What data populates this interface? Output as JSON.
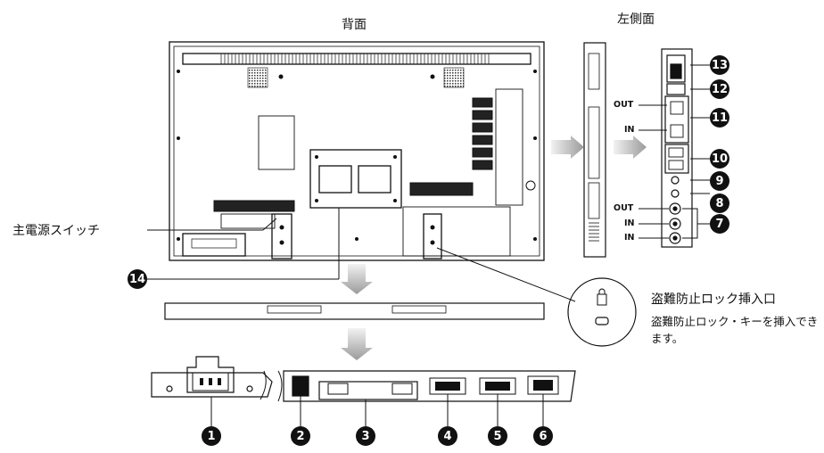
{
  "views": {
    "rear_title": "背面",
    "left_side_title": "左側面"
  },
  "callouts": {
    "main_power_switch": "主電源スイッチ",
    "security_slot_title": "盗難防止ロック挿入口",
    "security_slot_note": "盗難防止ロック・キーを挿入できます。"
  },
  "port_labels": {
    "out_upper": "OUT",
    "in_upper": "IN",
    "out_lower": "OUT",
    "in_lower_1": "IN",
    "in_lower_2": "IN"
  },
  "numbers": {
    "n1": "1",
    "n2": "2",
    "n3": "3",
    "n4": "4",
    "n5": "5",
    "n6": "6",
    "n7": "7",
    "n8": "8",
    "n9": "9",
    "n10": "10",
    "n11": "11",
    "n12": "12",
    "n13": "13",
    "n14": "14"
  },
  "colors": {
    "line": "#111111",
    "badge": "#111111",
    "arrow": "#bbbbbb"
  }
}
